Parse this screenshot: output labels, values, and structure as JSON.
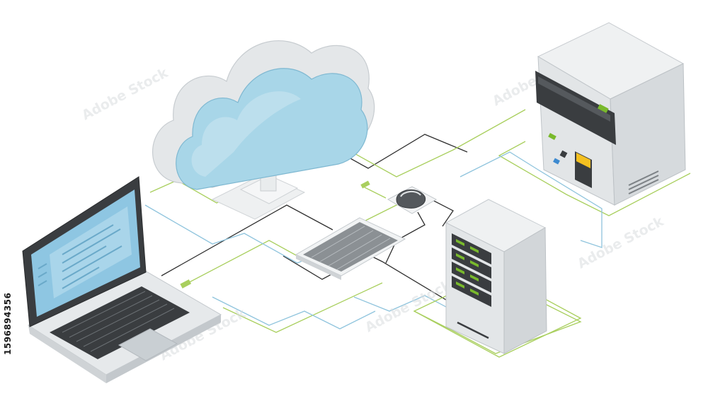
{
  "stock": {
    "id_number": "1596894356",
    "watermark_text": "Adobe Stock"
  },
  "nodes": [
    {
      "id": "cloud",
      "icon": "cloud-icon"
    },
    {
      "id": "desktop-server",
      "icon": "desktop-server-icon"
    },
    {
      "id": "laptop",
      "icon": "laptop-icon"
    },
    {
      "id": "keyboard",
      "icon": "keyboard-icon"
    },
    {
      "id": "mouse",
      "icon": "mouse-icon"
    },
    {
      "id": "tower-server",
      "icon": "tower-server-icon"
    }
  ],
  "colors": {
    "cloud_face": "#a8d6e8",
    "cloud_shell": "#e4e7e9",
    "line_green": "#a9cf5e",
    "line_blue": "#8fc4dd",
    "line_dark": "#2f2f2f",
    "device_gray": "#e3e6e8",
    "device_dark": "#3a3d40",
    "screen_blue": "#8ec6e2",
    "led_green": "#79b92c",
    "led_yellow": "#f4c020"
  }
}
